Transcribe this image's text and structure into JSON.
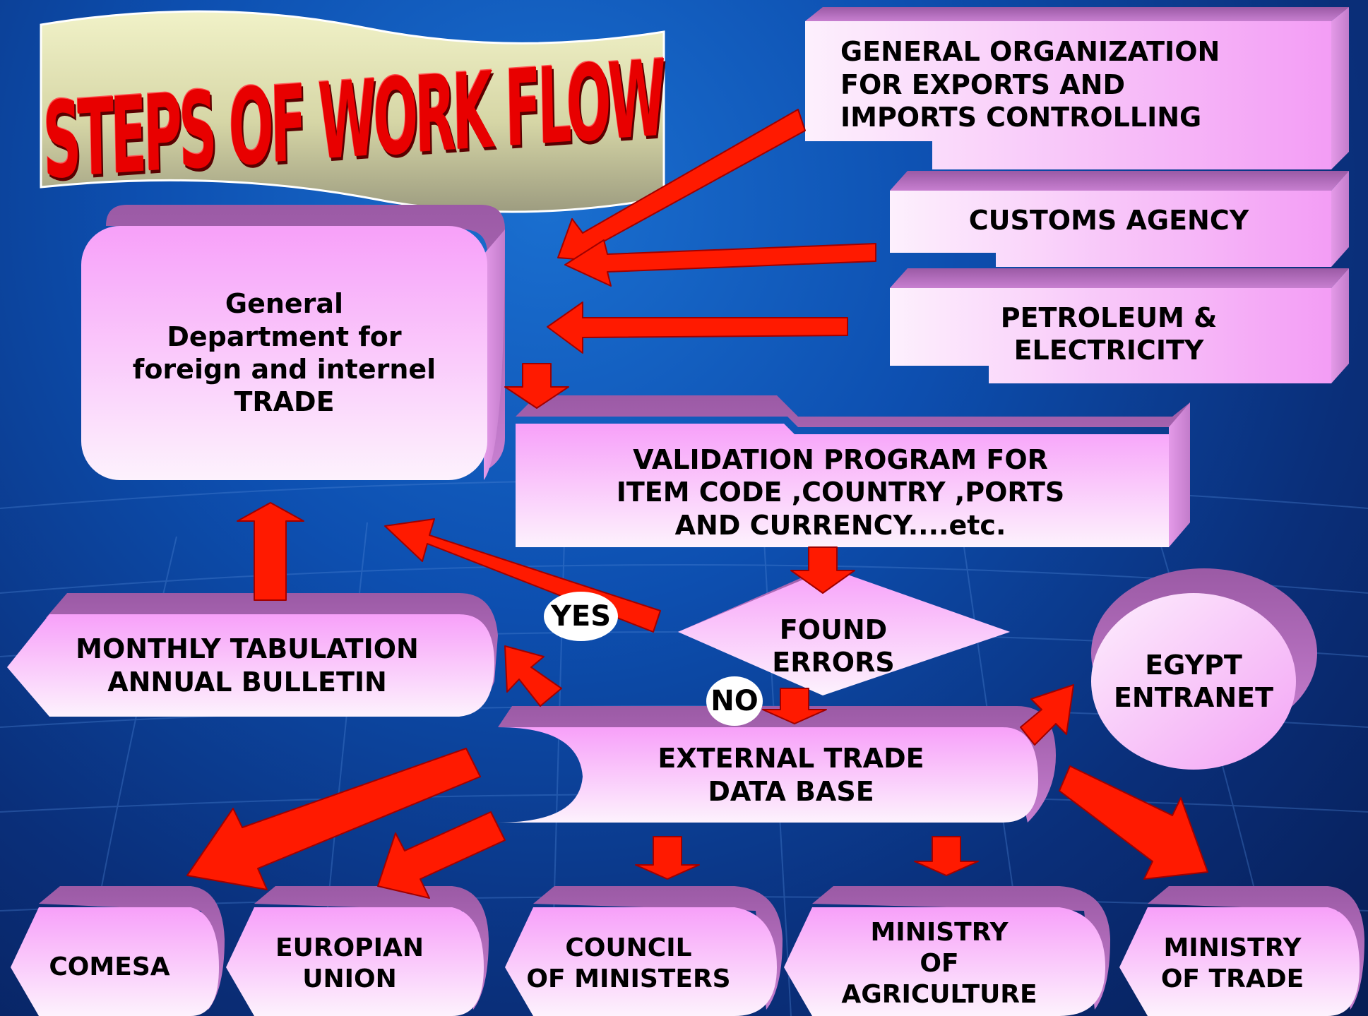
{
  "title": "STEPS OF WORK FLOW",
  "colors": {
    "background": "#0d4fb0",
    "box_fill": "#f3a8f5",
    "box_side": "#b266b8",
    "arrow": "#ff1a00",
    "title_text": "#e80000",
    "title_banner": "#e9eab8"
  },
  "nodes": {
    "general_organization": [
      "GENERAL ORGANIZATION",
      "FOR  EXPORTS AND",
      "IMPORTS CONTROLLING"
    ],
    "customs_agency": [
      "CUSTOMS AGENCY"
    ],
    "petroleum": [
      "PETROLEUM &",
      "ELECTRICITY"
    ],
    "general_department": [
      "General",
      "Department for",
      "foreign and internel",
      "TRADE"
    ],
    "validation_program": [
      "VALIDATION PROGRAM  FOR",
      "ITEM CODE ,COUNTRY ,PORTS",
      "AND CURRENCY....etc."
    ],
    "monthly_tabulation": [
      "MONTHLY TABULATION",
      "ANNUAL BULLETIN"
    ],
    "found_errors": [
      "FOUND",
      "ERRORS"
    ],
    "egypt_entranet": [
      "EGYPT",
      "ENTRANET"
    ],
    "external_trade_db": [
      "EXTERNAL TRADE",
      "DATA BASE"
    ],
    "comesa": [
      "COMESA"
    ],
    "europian_union": [
      "EUROPIAN",
      "UNION"
    ],
    "council_of_ministers": [
      "COUNCIL",
      "OF MINISTERS"
    ],
    "ministry_of_agriculture": [
      "MINISTRY",
      "OF",
      "AGRICULTURE"
    ],
    "ministry_of_trade": [
      "MINISTRY",
      "OF TRADE"
    ]
  },
  "decisions": {
    "yes": "YES",
    "no": "NO"
  }
}
